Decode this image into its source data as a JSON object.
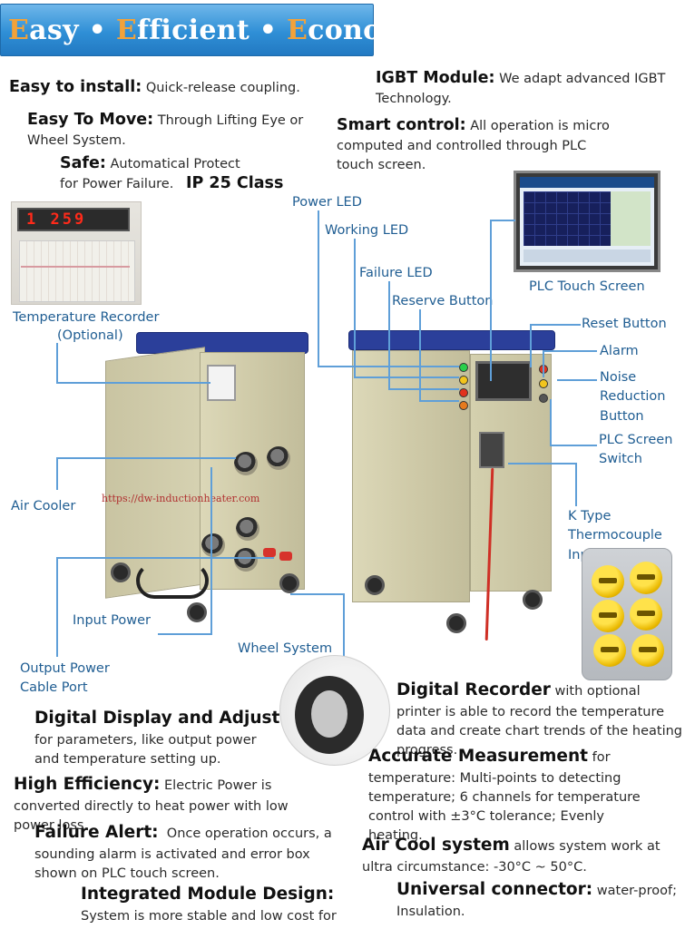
{
  "banner": {
    "w1_first": "E",
    "w1_rest": "asy",
    "sep1": " • ",
    "w2_first": "E",
    "w2_rest": "fficient",
    "sep2": " • ",
    "w3_first": "E",
    "w3_rest": "conomic"
  },
  "features": {
    "install": {
      "title": "Easy to install:",
      "text": " Quick-release coupling."
    },
    "move": {
      "title": "Easy To Move:",
      "text": " Through Lifting Eye or Wheel System."
    },
    "safe": {
      "title": "Safe:",
      "text": " Automatical Protect for Power Failure."
    },
    "ip": "IP 25 Class",
    "igbt": {
      "title": "IGBT Module:",
      "text": " We adapt advanced IGBT Technology."
    },
    "smart": {
      "title": "Smart control:",
      "text": " All operation is micro computed and controlled through PLC touch screen."
    },
    "display": {
      "title": "Digital Display and Adjust",
      "text": " for parameters, like output power and temperature setting up."
    },
    "efficiency": {
      "title": "High Efficiency:",
      "text": " Electric Power is converted directly to heat power with low power loss."
    },
    "alert": {
      "title": "Failure Alert:",
      "text": "  Once operation occurs, a sounding alarm is activated and error box shown on PLC touch screen."
    },
    "module": {
      "title": "Integrated Module Design:",
      "text": " System is more stable and low cost for maintenance."
    },
    "recorder": {
      "title": "Digital Recorder",
      "text": " with optional printer is able to record the temperature data and create chart trends of the heating progress."
    },
    "measure": {
      "title": "Accurate Measurement",
      "text": " for temperature: Multi-points to detecting temperature; 6 channels for temperature control with ±3°C tolerance; Evenly heating."
    },
    "aircool": {
      "title": "Air Cool system",
      "text": " allows system work at ultra circumstance: -30°C ~ 50°C."
    },
    "connector": {
      "title": "Universal connector:",
      "text": " water-proof; Insulation."
    }
  },
  "labels": {
    "power_led": "Power LED",
    "working_led": "Working LED",
    "failure_led": "Failure LED",
    "reserve_button": "Reserve Button",
    "plc_touch_screen": "PLC Touch Screen",
    "reset_button": "Reset Button",
    "alarm": "Alarm",
    "noise_1": "Noise",
    "noise_2": "Reduction",
    "noise_3": "Button",
    "plc_switch_1": "PLC Screen",
    "plc_switch_2": "Switch",
    "ktype_1": "K Type",
    "ktype_2": "Thermocouple",
    "ktype_3": "Input",
    "temp_recorder_1": "Temperature Recorder",
    "temp_recorder_2": "(Optional)",
    "air_cooler": "Air Cooler",
    "input_power": "Input Power",
    "output_power_1": "Output Power",
    "output_power_2": "Cable Port",
    "wheel_system": "Wheel System"
  },
  "recorder_display": {
    "channel": "1",
    "value": "259"
  },
  "watermark": "https://dw-inductionheater.com",
  "colors": {
    "banner": "#2f8fd6",
    "banner_initial": "#f2a23a",
    "label": "#1f5d92",
    "leader": "#5f9fd8"
  }
}
